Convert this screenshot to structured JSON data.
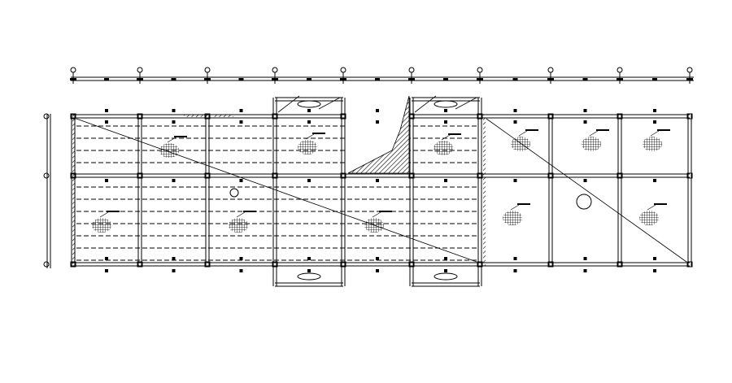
{
  "drawing": {
    "type": "structural floor slab plan",
    "colors": {
      "background": "#ffffff",
      "line": "#000000",
      "hatch": "#333333"
    },
    "icons": [
      "grid-axis-bubble",
      "mesh-reinforcement-blob",
      "section-mark"
    ]
  }
}
